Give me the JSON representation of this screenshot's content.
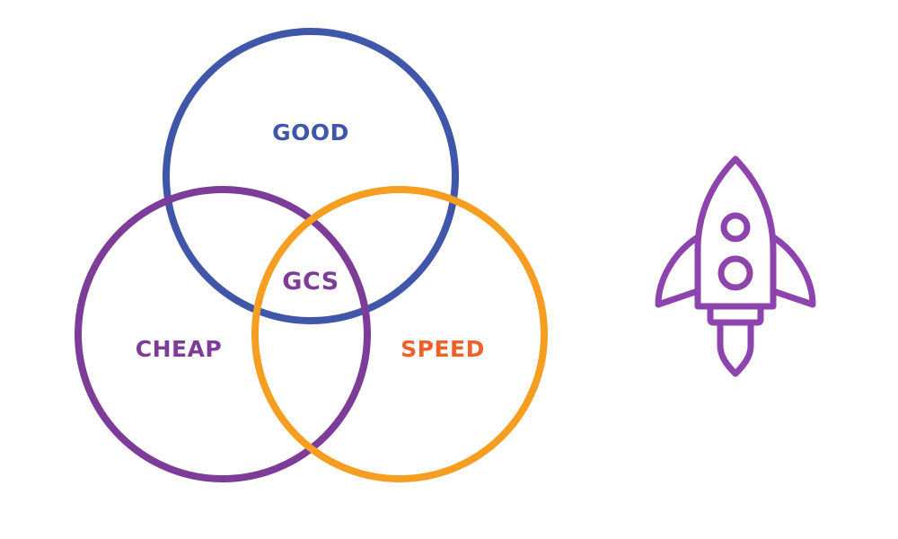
{
  "diagram": {
    "type": "venn",
    "sets": [
      {
        "id": "good",
        "label": "GOOD",
        "color": "#3f56a9"
      },
      {
        "id": "cheap",
        "label": "CHEAP",
        "color": "#7d3c98"
      },
      {
        "id": "speed",
        "label": "SPEED",
        "color": "#f59e21"
      }
    ],
    "intersection": {
      "label": "GCS",
      "color": "#7d3c98"
    },
    "label_colors": {
      "good": "#3f56a9",
      "cheap": "#7d3c98",
      "speed": "#f0602a"
    },
    "icon": {
      "name": "rocket-icon",
      "color": "#8e44ad"
    }
  }
}
